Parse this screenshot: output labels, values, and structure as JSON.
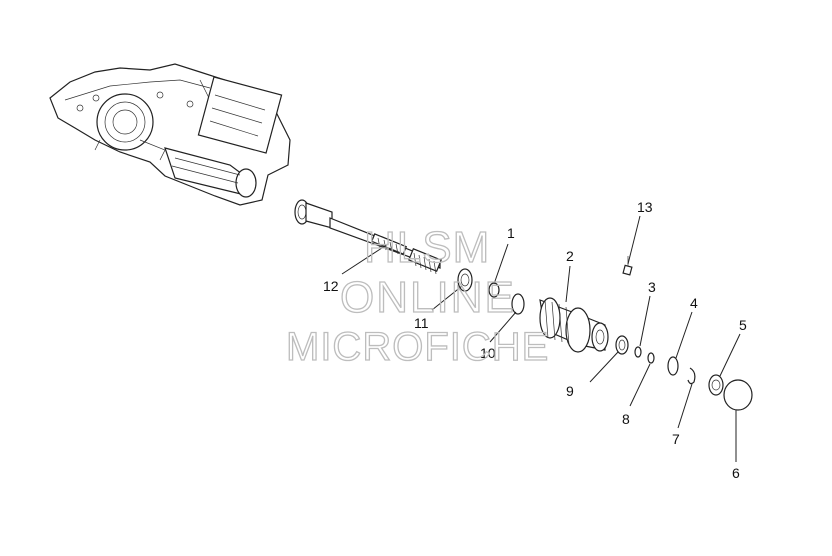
{
  "callouts": {
    "c1": "1",
    "c2": "2",
    "c3": "3",
    "c4": "4",
    "c5": "5",
    "c6": "6",
    "c7": "7",
    "c8": "8",
    "c9": "9",
    "c10": "10",
    "c11": "11",
    "c12": "12",
    "c13": "13"
  },
  "watermark": {
    "line1": "HLSM",
    "line2": "ONLINE",
    "line3": "MICROFICHE"
  },
  "colors": {
    "ink": "#222222",
    "watermark": "#bdbdbd"
  }
}
